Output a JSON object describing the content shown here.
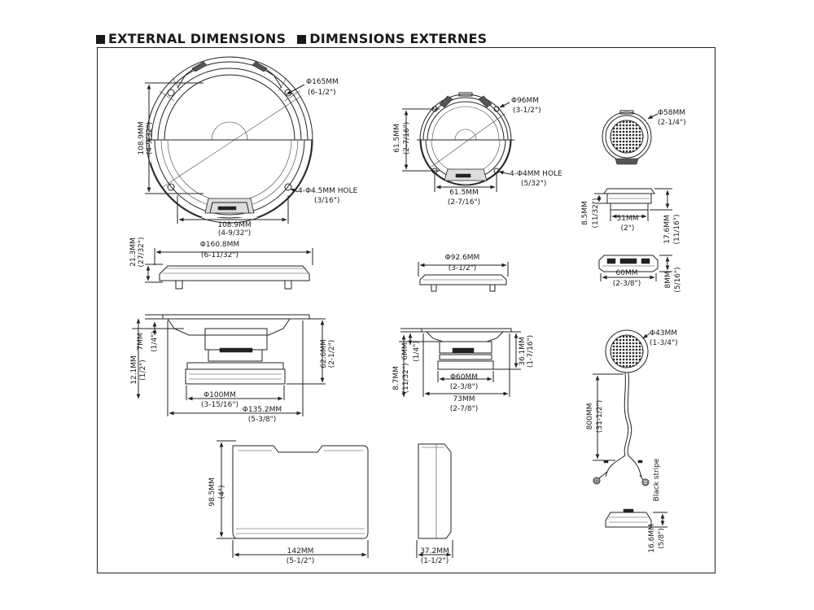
{
  "header": {
    "title_en": "EXTERNAL DIMENSIONS",
    "title_fr": "DIMENSIONS EXTERNES"
  },
  "woofer_front": {
    "diameter_mm": "Φ165MM",
    "diameter_in": "(6-1/2\")",
    "height_mm": "108.9MM",
    "height_in": "(4-9/32\")",
    "width_mm": "108.9MM",
    "width_in": "(4-9/32\")",
    "hole_mm": "4-Φ4.5MM HOLE",
    "hole_in": "(3/16\")"
  },
  "woofer_top": {
    "diameter_mm": "Φ160.8MM",
    "diameter_in": "(6-11/32\")",
    "height_mm": "21.3MM",
    "height_in": "(27/32\")"
  },
  "woofer_side": {
    "flange_mm": "7MM",
    "flange_in": "(1/4\")",
    "total_mm": "12.1MM",
    "total_in": "(1/2\")",
    "depth_mm": "62.6MM",
    "depth_in": "(2-1/2\")",
    "magnet_mm": "Φ100MM",
    "magnet_in": "(3-15/16\")",
    "width_mm": "Φ135.2MM",
    "width_in": "(5-3/8\")"
  },
  "mid_front": {
    "diameter_mm": "Φ96MM",
    "diameter_in": "(3-1/2\")",
    "height_mm": "61.5MM",
    "height_in": "(2-7/16\")",
    "width_mm": "61.5MM",
    "width_in": "(2-7/16\")",
    "hole_mm": "4-Φ4MM HOLE",
    "hole_in": "(5/32\")"
  },
  "mid_top": {
    "diameter_mm": "Φ92.6MM",
    "diameter_in": "(3-1/2\")"
  },
  "mid_side": {
    "flange_mm": "6MM",
    "flange_in": "(1/4\")",
    "total_mm": "8.7MM",
    "total_in": "(11/32\")",
    "depth_mm": "36.1MM",
    "depth_in": "(1-7/16\")",
    "magnet_mm": "Φ60MM",
    "magnet_in": "(2-3/8\")",
    "width_mm": "73MM",
    "width_in": "(2-7/8\")"
  },
  "tweeter_flush": {
    "diameter_mm": "Φ58MM",
    "diameter_in": "(2-1/4\")",
    "flange_mm": "8.5MM",
    "flange_in": "(11/32\")",
    "width_mm": "51MM",
    "width_in": "(2\")",
    "height_mm": "17.6MM",
    "height_in": "(11/16\")"
  },
  "tweeter_ring": {
    "width_mm": "60MM",
    "width_in": "(2-3/8\")",
    "height_mm": "8MM",
    "height_in": "(5/16\")"
  },
  "tweeter_surface": {
    "diameter_mm": "Φ43MM",
    "diameter_in": "(1-3/4\")",
    "cable_mm": "800MM",
    "cable_in": "(31-1/2\")",
    "plus": "⊕",
    "minus": "⊖",
    "stripe": "Black stripe",
    "height_mm": "16.6MM",
    "height_in": "(5/8\")"
  },
  "crossover": {
    "height_mm": "98.5MM",
    "height_in": "(4\")",
    "width_mm": "142MM",
    "width_in": "(5-1/2\")",
    "depth_mm": "37.2MM",
    "depth_in": "(1-1/2\")"
  }
}
